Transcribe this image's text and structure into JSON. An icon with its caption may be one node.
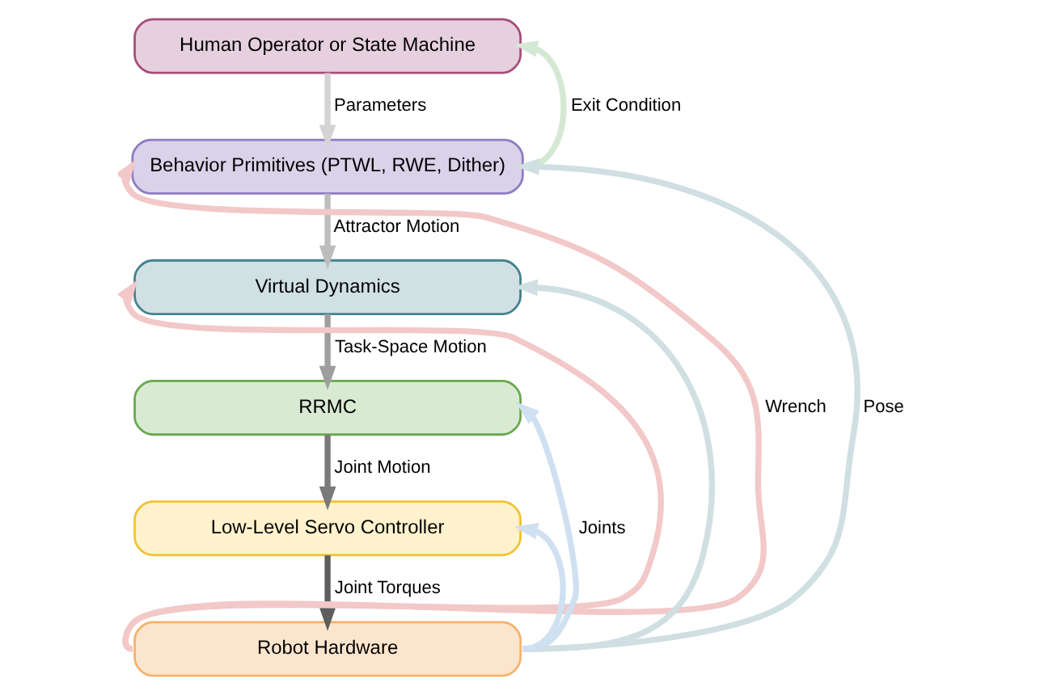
{
  "diagram": {
    "nodes": [
      {
        "text": [
          "Human Operator or State Machine"
        ]
      },
      {
        "text": [
          "Behavior Primitives (PTWL, RWE, Dither)"
        ]
      },
      {
        "text": [
          "Virtual Dynamics"
        ]
      },
      {
        "text": [
          "RRMC"
        ]
      },
      {
        "text": [
          "Low-Level Servo Controller"
        ]
      },
      {
        "text": [
          "Robot Hardware"
        ]
      }
    ],
    "edges": [
      {
        "from": 0,
        "to": 1,
        "arrow": "to",
        "label": "Parameters",
        "color": "#d3d3d3"
      },
      {
        "from": 1,
        "to": 2,
        "arrow": "to",
        "label": "Attractor Motion",
        "color": "#bdbdbd"
      },
      {
        "from": 2,
        "to": 3,
        "arrow": "to",
        "label": "Task-Space Motion",
        "color": "#9e9e9e"
      },
      {
        "from": 3,
        "to": 4,
        "arrow": "to",
        "label": "Joint Motion",
        "color": "#7a7a7a"
      },
      {
        "from": 4,
        "to": 5,
        "arrow": "to",
        "label": "Joint Torques",
        "color": "#5e5e5e"
      },
      {
        "from": 1,
        "to": 0,
        "arrow": "to",
        "label": "Exit Condition",
        "color": "#d5e8d4"
      },
      {
        "from": 5,
        "to": 1,
        "arrow": "to",
        "label": "Wrench",
        "color": "#f2c8c8"
      },
      {
        "from": 5,
        "to": 2,
        "arrow": "to",
        "color": "#f2c8c8"
      },
      {
        "from": 5,
        "to": 1,
        "arrow": "to",
        "label": "Pose",
        "color": "#d0dfe1"
      },
      {
        "from": 5,
        "to": 2,
        "arrow": "to",
        "color": "#d0dfe1"
      },
      {
        "from": 5,
        "to": 3,
        "arrow": "to",
        "label": "Joints",
        "color": "#cfe0f1"
      },
      {
        "from": 5,
        "to": 4,
        "arrow": "to",
        "color": "#cfe0f1"
      }
    ]
  }
}
